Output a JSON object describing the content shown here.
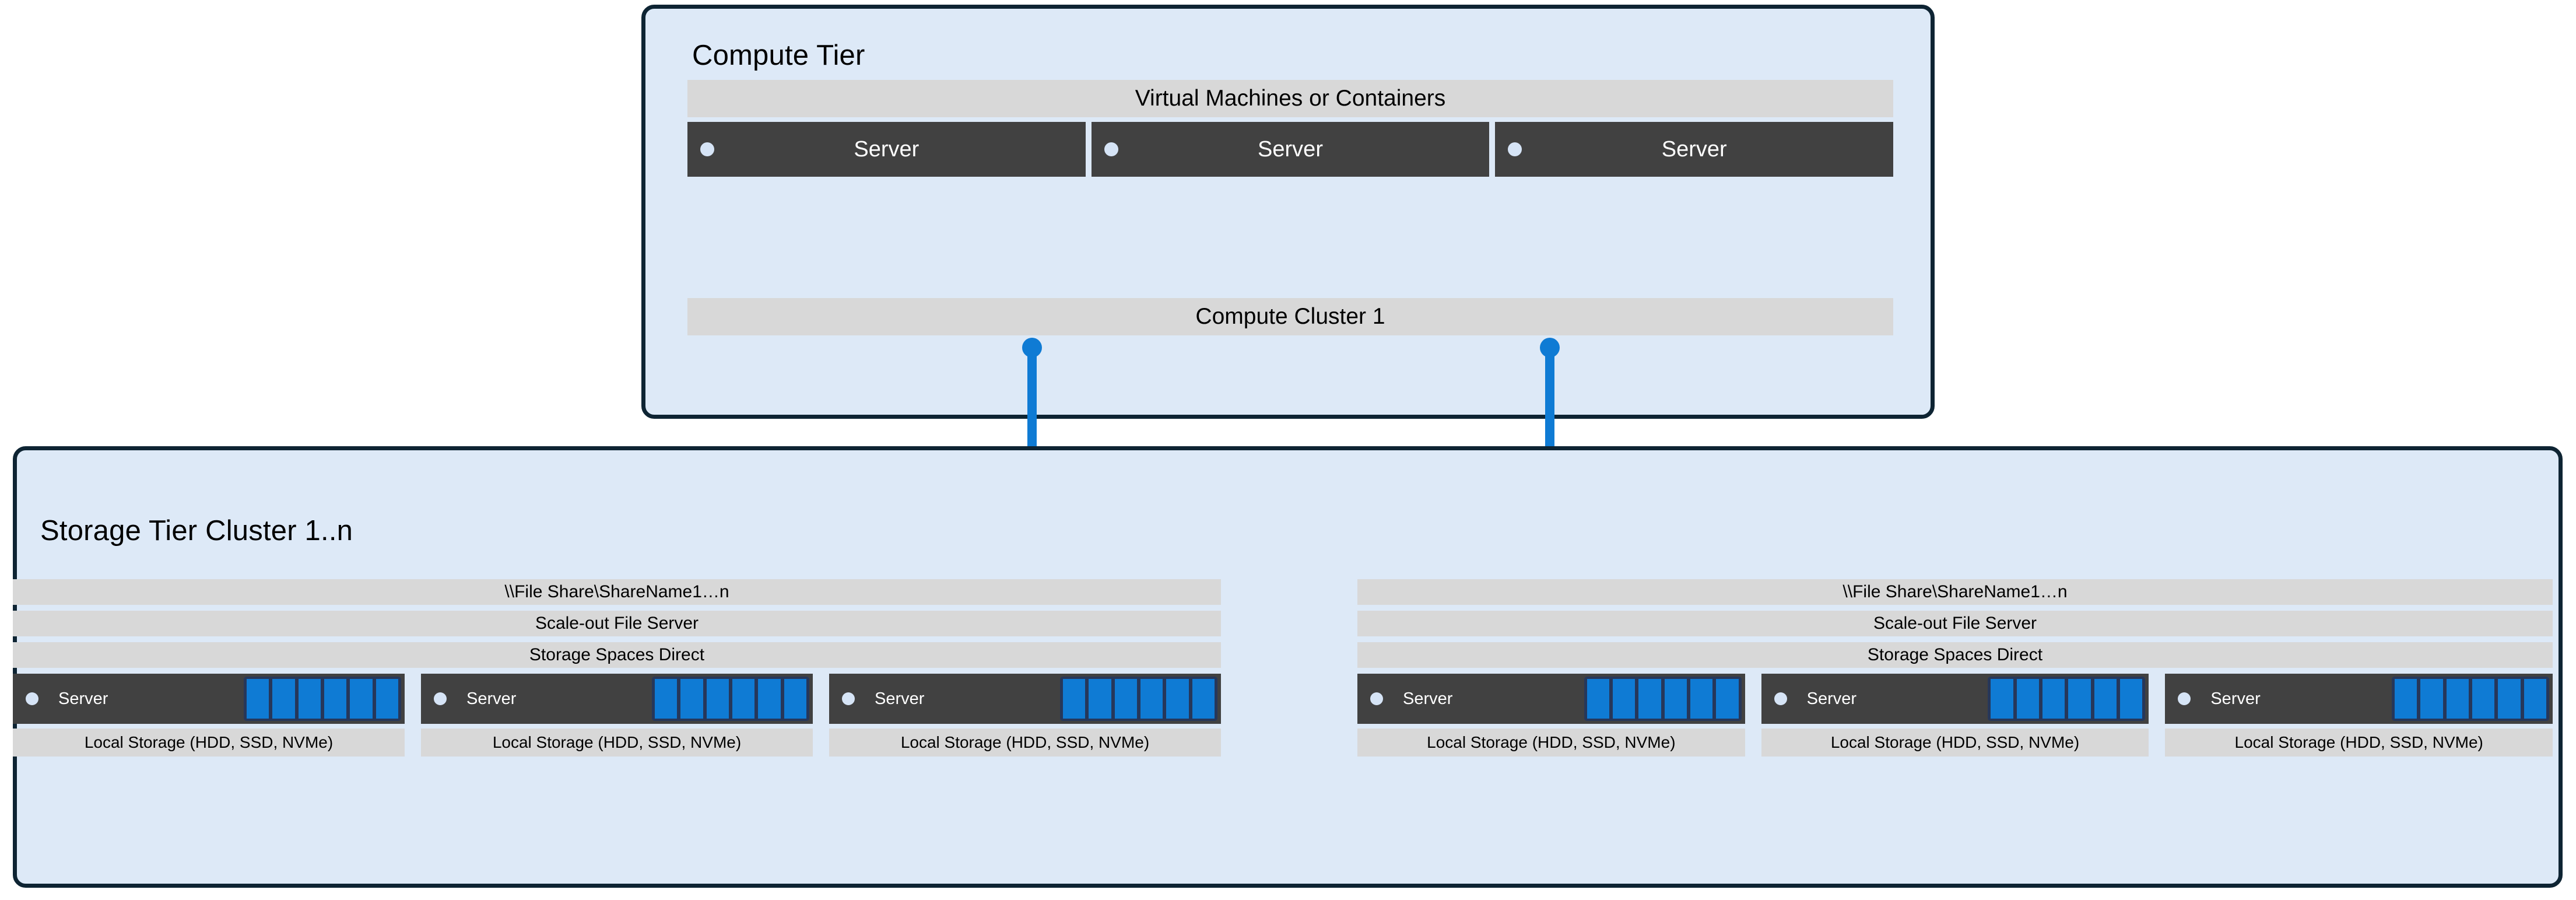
{
  "colors": {
    "tier_fill": "#DDE9F7",
    "tier_border": "#0E2433",
    "band_fill": "#D8D8D8",
    "server_fill": "#414141",
    "accent_blue": "#0F7BD4",
    "disk_frame": "#26375A",
    "dot_fill": "#D6E4F6"
  },
  "compute_tier": {
    "title": "Compute Tier",
    "top_band": "Virtual Machines or Containers",
    "bottom_band": "Compute Cluster 1",
    "servers": [
      {
        "label": "Server"
      },
      {
        "label": "Server"
      },
      {
        "label": "Server"
      }
    ]
  },
  "connectors": [
    {
      "name": "compute-to-storage-left"
    },
    {
      "name": "compute-to-storage-right"
    }
  ],
  "folders": [
    {
      "name": "file-share-folder-left"
    },
    {
      "name": "file-share-folder-right"
    }
  ],
  "storage_tier": {
    "title": "Storage Tier Cluster 1..n",
    "clusters": [
      {
        "stack": [
          "\\\\File Share\\ShareName1…n",
          "Scale-out File Server",
          "Storage Spaces Direct"
        ],
        "nodes": [
          {
            "label": "Server",
            "footer": "Local Storage (HDD, SSD, NVMe)",
            "disks": 6
          },
          {
            "label": "Server",
            "footer": "Local Storage (HDD, SSD, NVMe)",
            "disks": 6
          },
          {
            "label": "Server",
            "footer": "Local Storage (HDD, SSD, NVMe)",
            "disks": 6
          }
        ]
      },
      {
        "stack": [
          "\\\\File Share\\ShareName1…n",
          "Scale-out File Server",
          "Storage Spaces Direct"
        ],
        "nodes": [
          {
            "label": "Server",
            "footer": "Local Storage (HDD, SSD, NVMe)",
            "disks": 6
          },
          {
            "label": "Server",
            "footer": "Local Storage (HDD, SSD, NVMe)",
            "disks": 6
          },
          {
            "label": "Server",
            "footer": "Local Storage (HDD, SSD, NVMe)",
            "disks": 6
          }
        ]
      }
    ]
  }
}
